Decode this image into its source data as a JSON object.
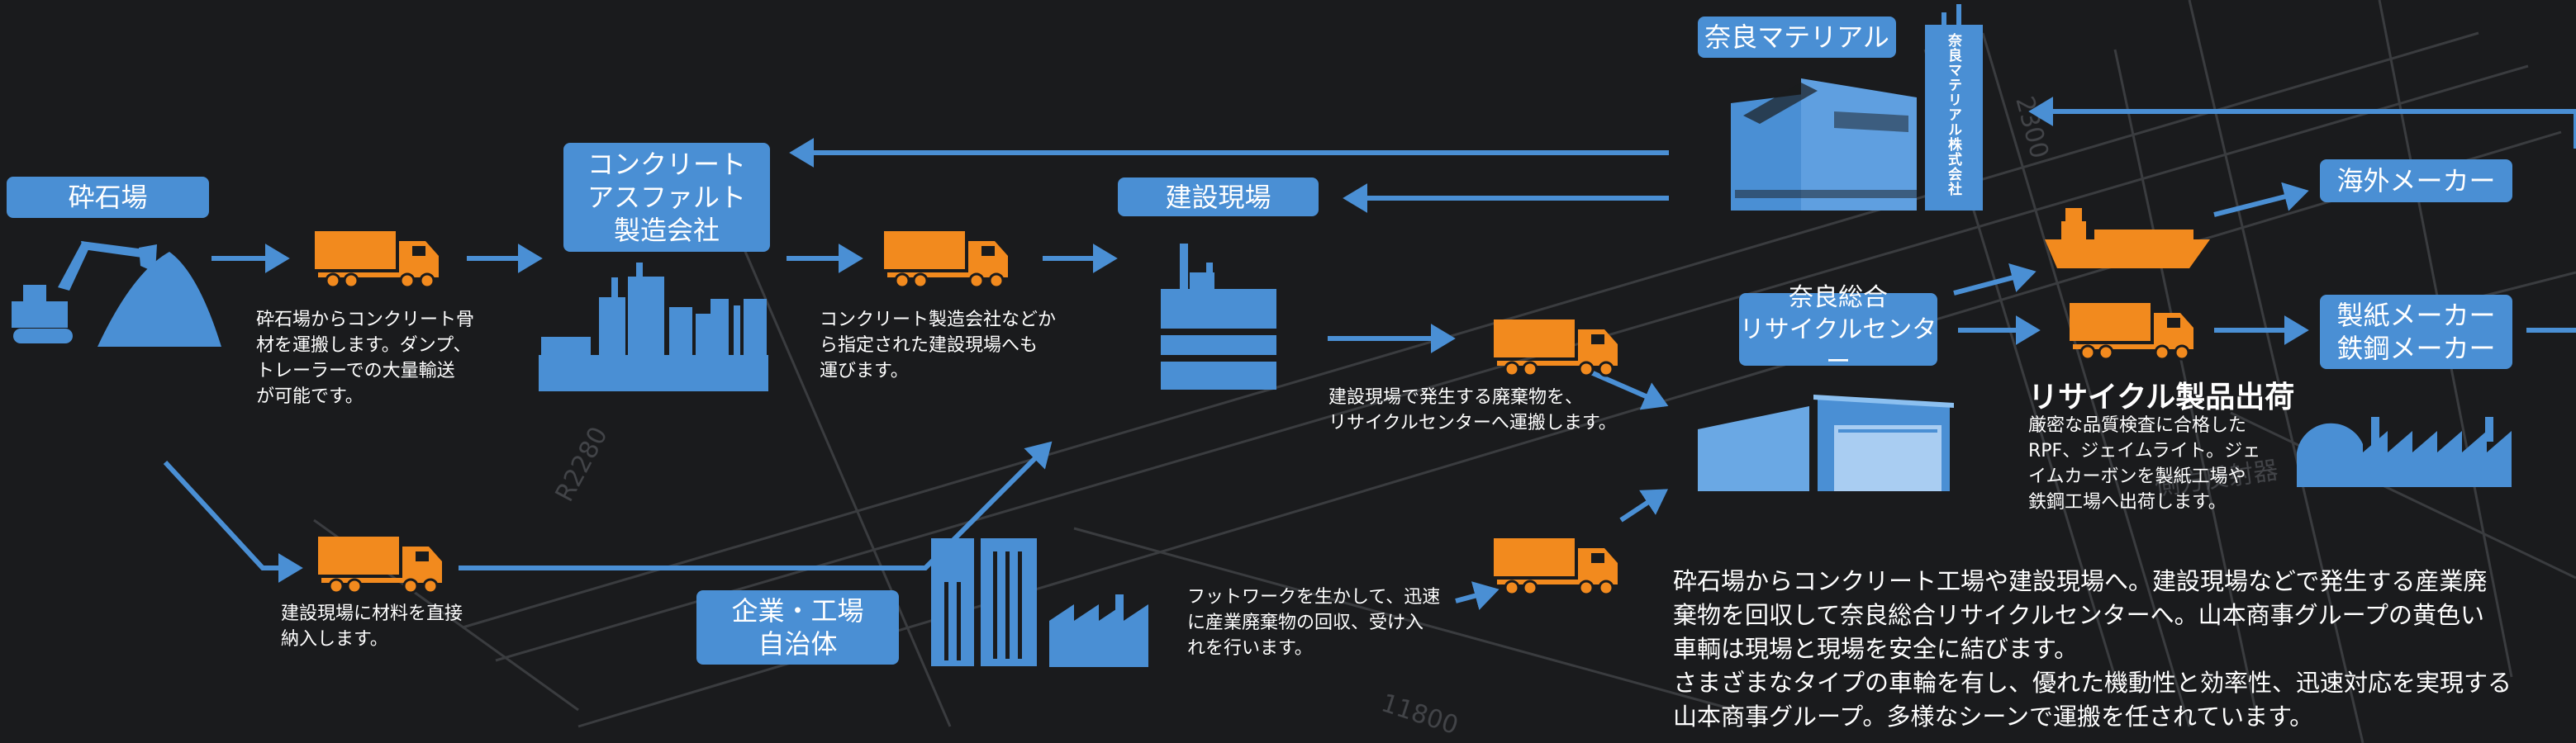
{
  "colors": {
    "background": "#1a1b1d",
    "blue": "#4a8fd4",
    "orange": "#f28a1e",
    "text": "#ffffff"
  },
  "nodes": {
    "quarry": "砕石場",
    "concrete_plant": "コンクリート\nアスファルト\n製造会社",
    "construction_site": "建設現場",
    "nara_material": "奈良マテリアル",
    "nara_recycle_center": "奈良総合\nリサイクルセンター",
    "overseas_maker": "海外メーカー",
    "paper_steel_maker": "製紙メーカー\n鉄鋼メーカー",
    "companies": "企業・工場\n自治体"
  },
  "building_sign": "奈良マテリアル株式会社",
  "descriptions": {
    "quarry_to_plant": "砕石場からコンクリート骨\n材を運搬します。ダンプ、\nトレーラーでの大量輸送\nが可能です。",
    "plant_to_site": "コンクリート製造会社などか\nら指定された建設現場へも\n運びます。",
    "quarry_direct": "建設現場に材料を直接\n納入します。",
    "site_waste": "建設現場で発生する廃棄物を、\nリサイクルセンターへ運搬します。",
    "footwork": "フットワークを生かして、迅速\nに産業廃棄物の回収、受け入\nれを行います。",
    "recycle_products": "厳密な品質検査に合格した\nRPF、ジェイムライト。ジェ\nイムカーボンを製紙工場や\n鉄鋼工場へ出荷します。"
  },
  "recycle_products_title": "リサイクル製品出荷",
  "summary": "砕石場からコンクリート工場や建設現場へ。建設現場などで発生する産業廃\n棄物を回収して奈良総合リサイクルセンターへ。山本商事グループの黄色い\n車輌は現場と現場を安全に結びます。\nさまざまなタイプの車輪を有し、優れた機動性と効率性、迅速対応を実現する\n山本商事グループ。多様なシーンで運搬を任されています。",
  "icons": [
    "excavator-icon",
    "truck-icon",
    "factory-icon",
    "construction-building-icon",
    "recycle-plant-icon",
    "warehouse-icon",
    "ship-icon",
    "office-building-icon",
    "small-factory-icon",
    "steel-mill-icon",
    "arrow-icon"
  ]
}
